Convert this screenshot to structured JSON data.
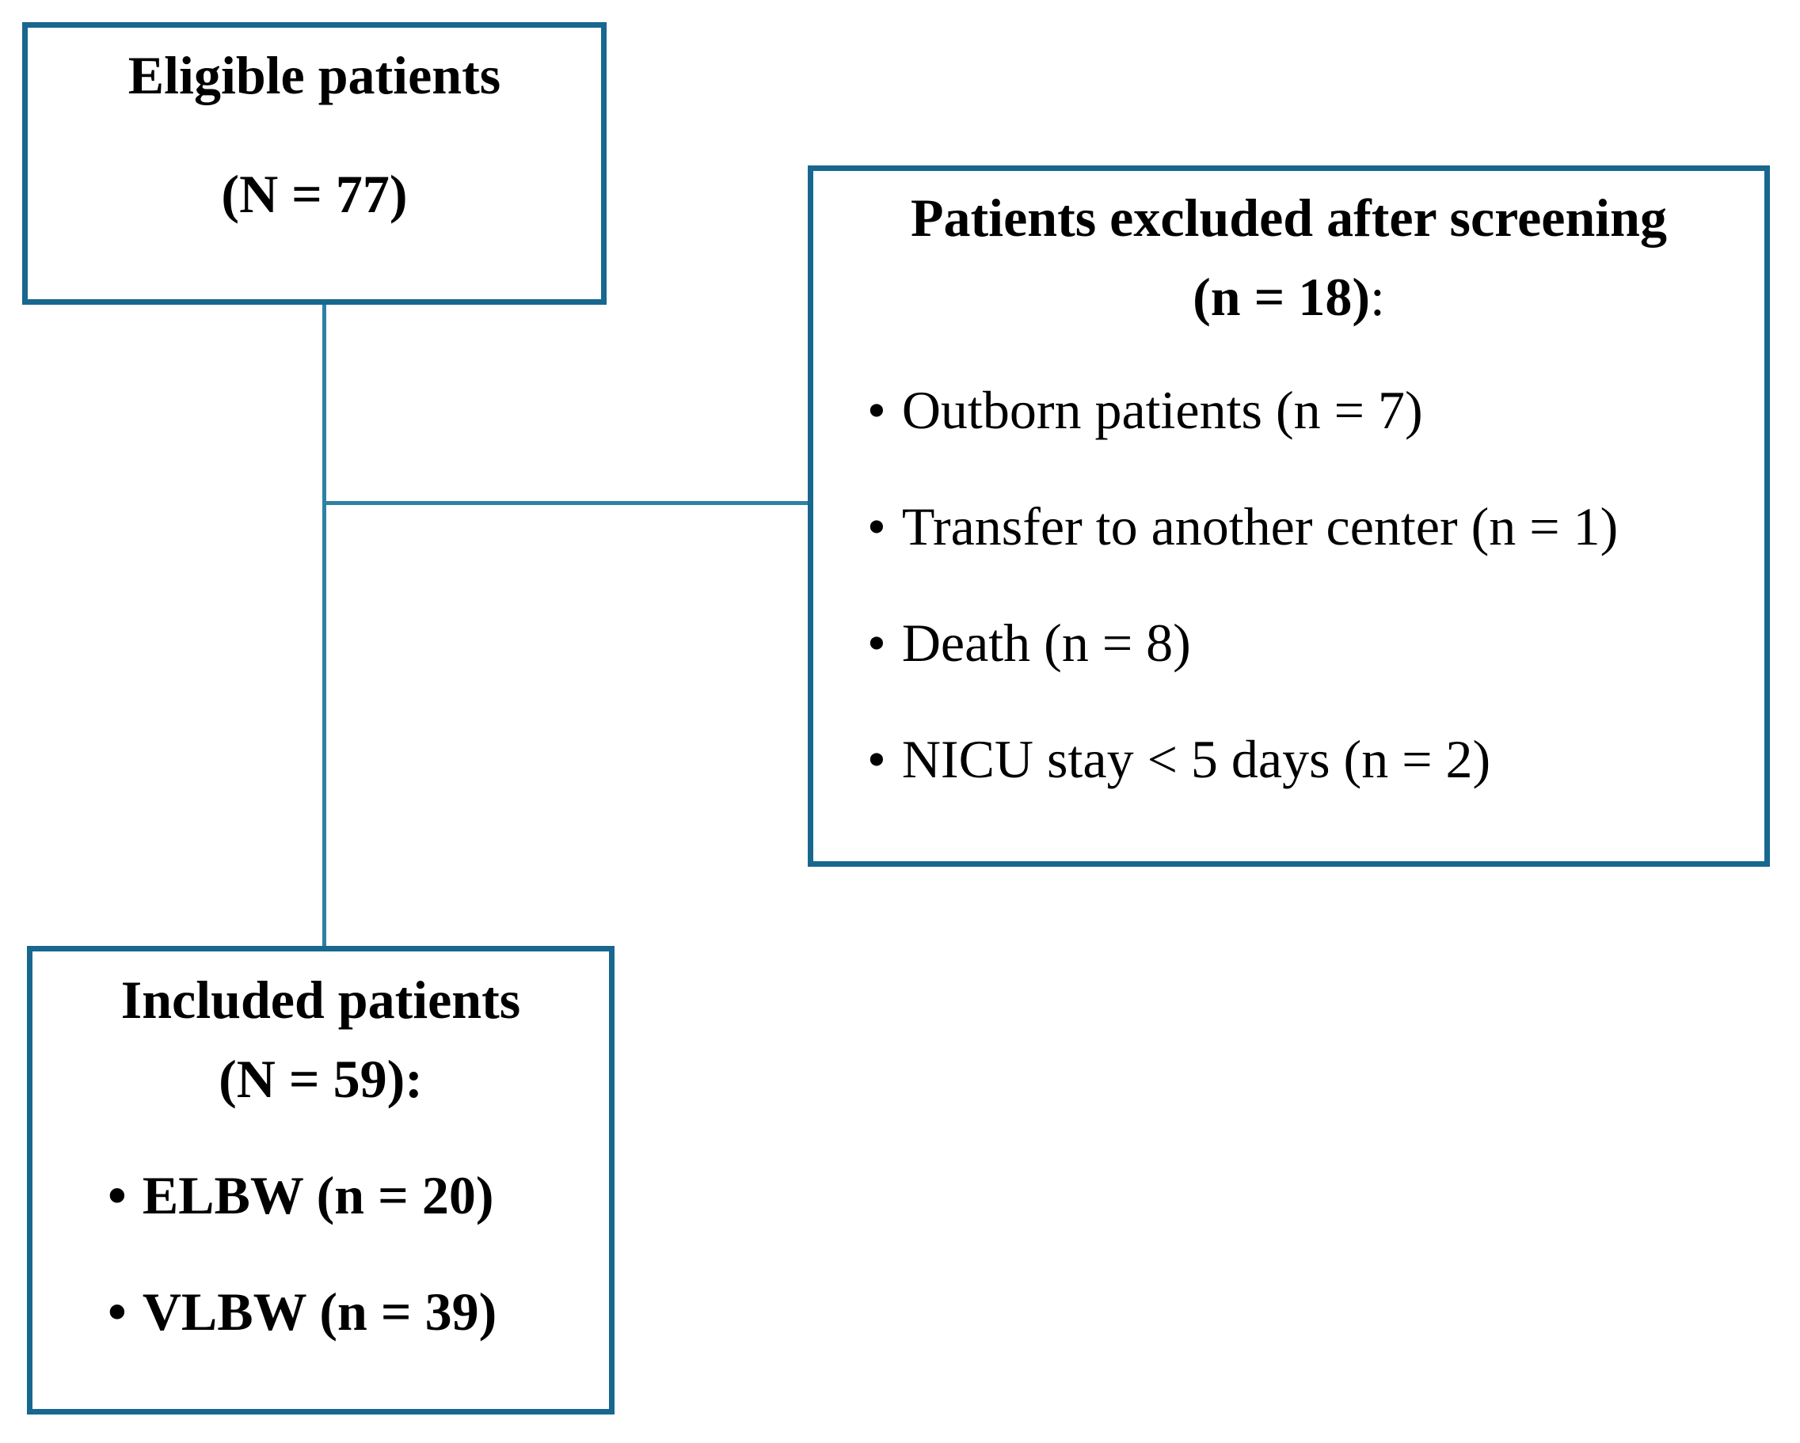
{
  "colors": {
    "box_border": "#18678f",
    "connector": "#2e81a4",
    "text": "#000000",
    "background": "#ffffff"
  },
  "boxes": {
    "eligible": {
      "line1": "Eligible patients",
      "line2": "(N = 77)"
    },
    "excluded": {
      "title_line1": "Patients excluded after screening",
      "title_line2_bold": "(n = 18)",
      "title_line2_suffix": ":",
      "bullet": "•",
      "items": [
        "Outborn patients (n = 7)",
        "Transfer to another center (n = 1)",
        "Death (n = 8)",
        "NICU stay < 5 days (n = 2)"
      ]
    },
    "included": {
      "line1": "Included patients",
      "line2": "(N = 59):",
      "bullet": "•",
      "items": [
        "ELBW (n = 20)",
        "VLBW (n = 39)"
      ]
    }
  }
}
